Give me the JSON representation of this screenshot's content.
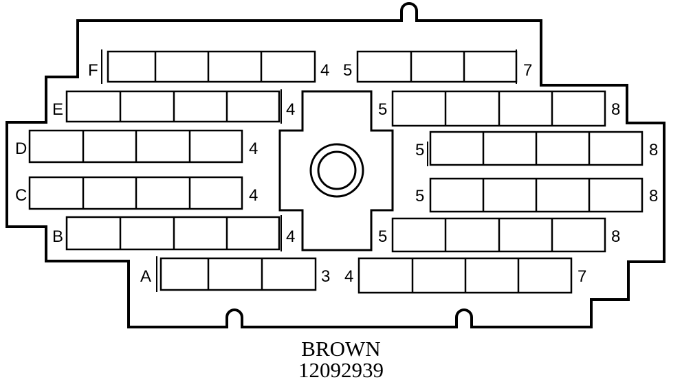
{
  "connector": {
    "color_name": "BROWN",
    "part_number": "12092939",
    "stroke_color": "#000000",
    "background_color": "#ffffff"
  },
  "left_rows": [
    {
      "letter": "F",
      "end_pin": "4",
      "cavities": 4
    },
    {
      "letter": "E",
      "end_pin": "4",
      "cavities": 4
    },
    {
      "letter": "D",
      "end_pin": "4",
      "cavities": 4
    },
    {
      "letter": "C",
      "end_pin": "4",
      "cavities": 4
    },
    {
      "letter": "B",
      "end_pin": "4",
      "cavities": 4
    },
    {
      "letter": "A",
      "end_pin": "3",
      "cavities": 3
    }
  ],
  "right_rows": [
    {
      "start_pin": "5",
      "end_pin": "7",
      "cavities": 3
    },
    {
      "start_pin": "5",
      "end_pin": "8",
      "cavities": 4
    },
    {
      "start_pin": "5",
      "end_pin": "8",
      "cavities": 4
    },
    {
      "start_pin": "5",
      "end_pin": "8",
      "cavities": 4
    },
    {
      "start_pin": "5",
      "end_pin": "8",
      "cavities": 4
    },
    {
      "start_pin": "4",
      "end_pin": "7",
      "cavities": 4
    }
  ]
}
